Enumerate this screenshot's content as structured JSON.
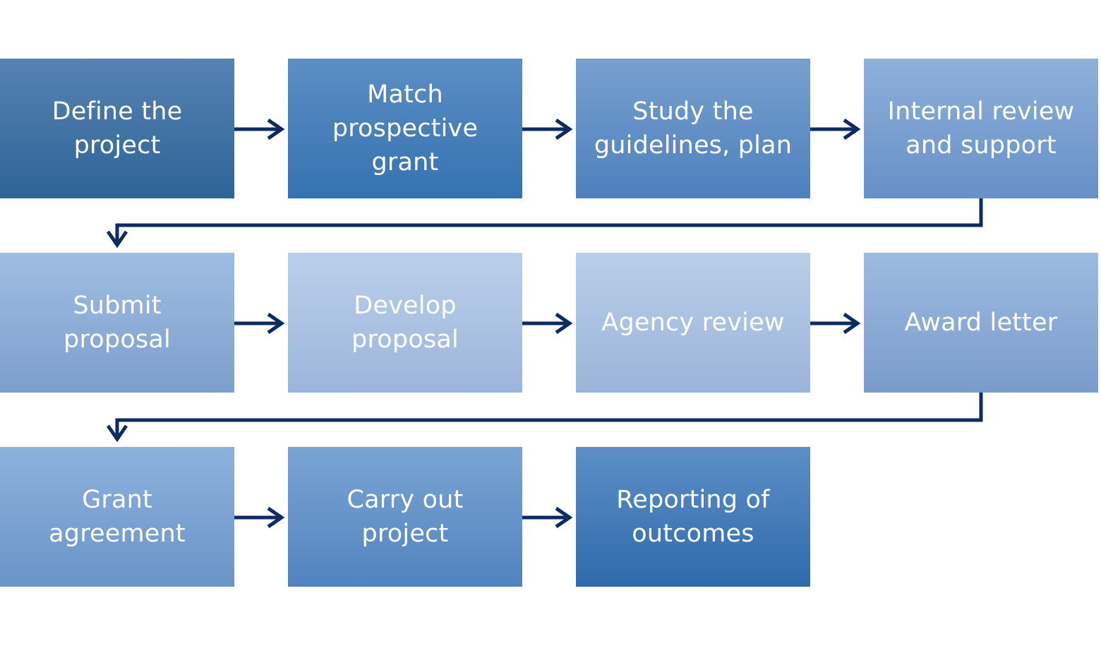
{
  "steps": [
    {
      "label": "Define the\nproject"
    },
    {
      "label": "Match\nprospective\ngrant"
    },
    {
      "label": "Study the\nguidelines, plan"
    },
    {
      "label": "Internal review\nand support"
    },
    {
      "label": "Submit\nproposal"
    },
    {
      "label": "Develop\nproposal"
    },
    {
      "label": "Agency review"
    },
    {
      "label": "Award letter"
    },
    {
      "label": "Grant\nagreement"
    },
    {
      "label": "Carry out\nproject"
    },
    {
      "label": "Reporting of\noutcomes"
    }
  ],
  "colors": {
    "connector": "#0e2a62",
    "text": "#ffffff"
  }
}
